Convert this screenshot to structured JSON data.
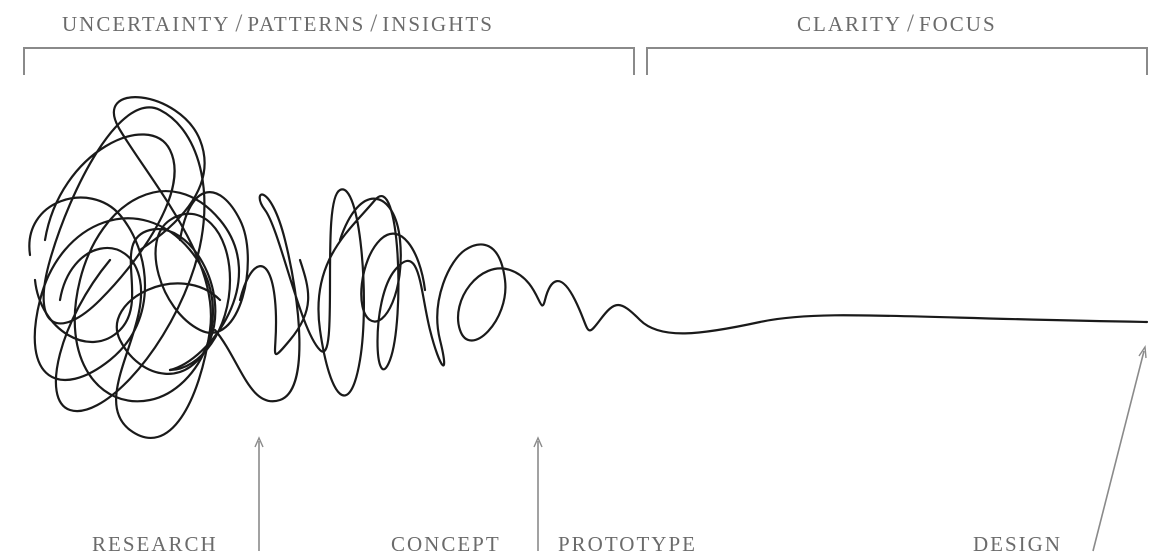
{
  "header": {
    "left_terms": [
      "UNCERTAINTY",
      "PATTERNS",
      "INSIGHTS"
    ],
    "right_terms": [
      "CLARITY",
      "FOCUS"
    ],
    "separator": "/"
  },
  "stages": {
    "research": "RESEARCH",
    "concept": "CONCEPT",
    "prototype": "PROTOTYPE",
    "design": "DESIGN"
  },
  "colors": {
    "text": "#6b6b6b",
    "line": "#1a1a1a",
    "bracket": "#8a8a8a"
  }
}
